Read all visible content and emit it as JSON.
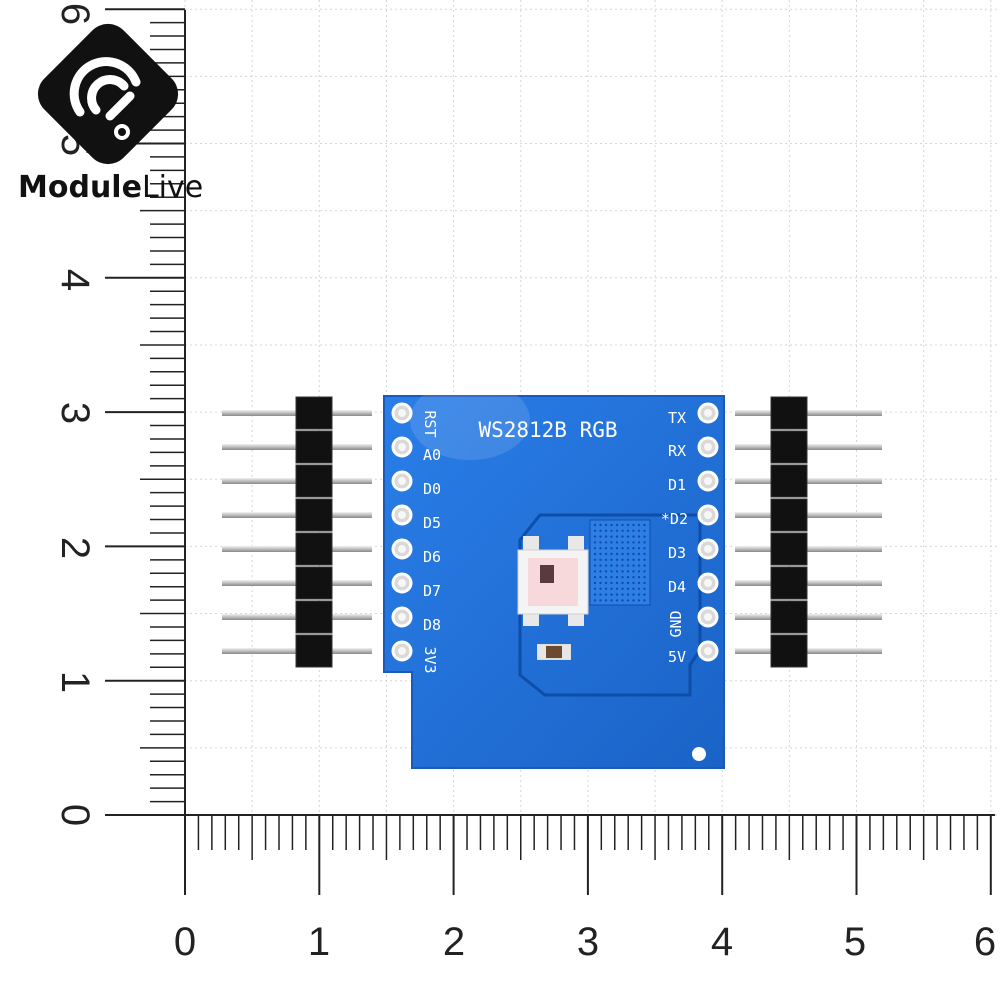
{
  "logo": {
    "name_part1": "Module",
    "name_part2": "Live"
  },
  "ruler": {
    "horizontal_numbers": [
      "0",
      "1",
      "2",
      "3",
      "4",
      "5",
      "6"
    ],
    "vertical_numbers": [
      "0",
      "1",
      "2",
      "3",
      "4",
      "5",
      "6"
    ]
  },
  "board": {
    "title": "WS2812B RGB",
    "left_pins": [
      "RST",
      "A0",
      "D0",
      "D5",
      "D6",
      "D7",
      "D8",
      "3V3"
    ],
    "right_pins": [
      "TX",
      "RX",
      "D1",
      "*D2",
      "D3",
      "D4",
      "GND",
      "5V"
    ],
    "color": "#1f6fd6"
  },
  "colors": {
    "grid": "#d6d6d6",
    "ruler": "#222222",
    "logo": "#111111",
    "pcb": "#1f6fd6",
    "header": "#111111",
    "pin": "#c9c9c9"
  }
}
